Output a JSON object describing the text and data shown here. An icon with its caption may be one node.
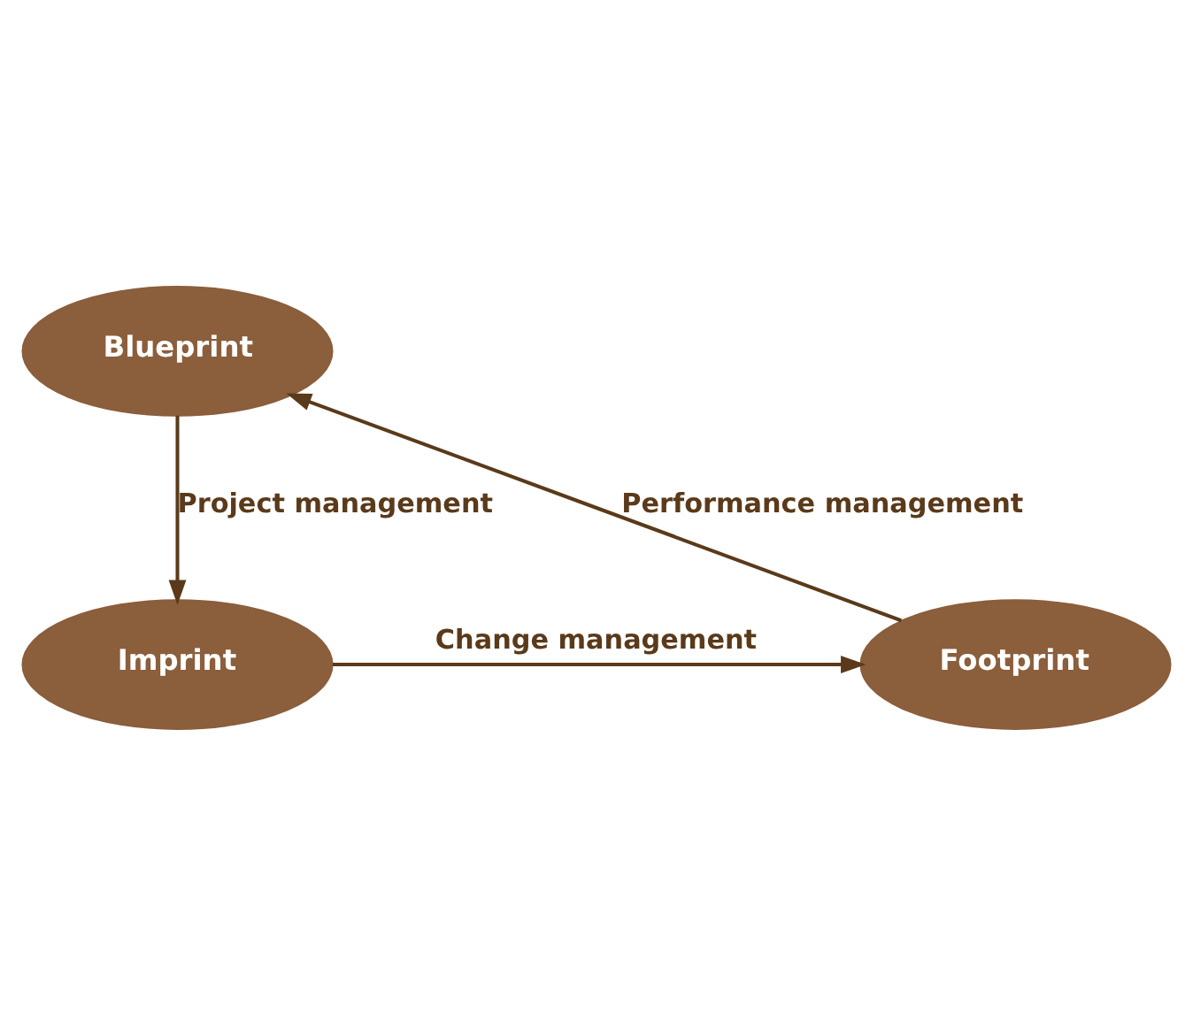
{
  "diagram": {
    "nodes": [
      {
        "text": [
          "Blueprint"
        ]
      },
      {
        "text": [
          "Imprint"
        ]
      },
      {
        "text": [
          "Footprint"
        ]
      }
    ],
    "edges": [
      {
        "from": 0,
        "to": 1,
        "arrow": "to",
        "label": "Project management"
      },
      {
        "from": 1,
        "to": 2,
        "arrow": "to",
        "label": "Change management"
      },
      {
        "from": 2,
        "to": 0,
        "arrow": "to",
        "label": "Performance management"
      }
    ]
  }
}
